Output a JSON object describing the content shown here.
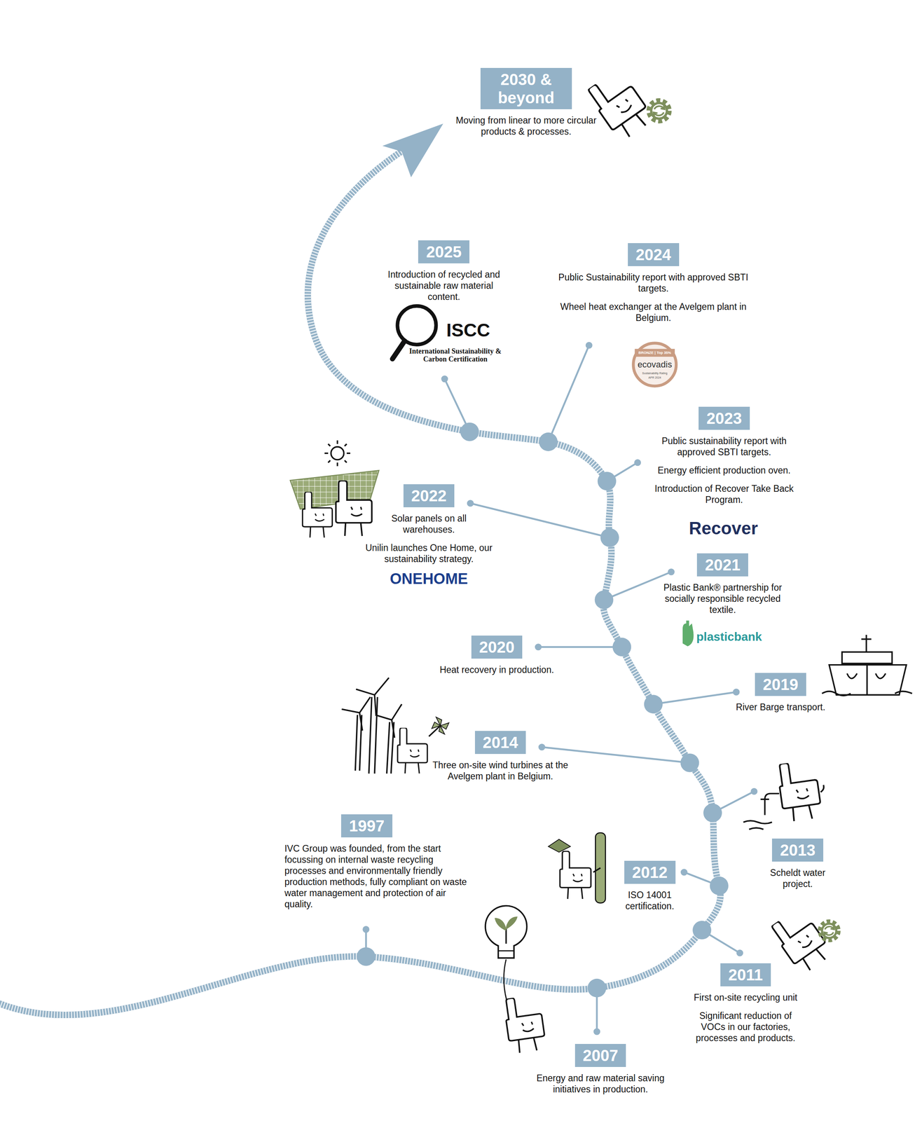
{
  "diagram": {
    "nodes": [
      {
        "text": [
          "2030 & beyond",
          "Moving from linear to more circular products & processes."
        ]
      },
      {
        "text": [
          "2025",
          "Introduction of recycled and sustainable raw material content."
        ]
      },
      {
        "text": [
          "2024",
          "Public Sustainability report with approved SBTI targets.",
          "Wheel heat exchanger at the Avelgem plant in Belgium."
        ]
      },
      {
        "text": [
          "2023",
          "Public sustainability report with approved SBTI targets.",
          "Energy efficient production oven.",
          "Introduction of Recover Take Back Program."
        ]
      },
      {
        "text": [
          "2022",
          "Solar panels on all warehouses.",
          "Unilin launches One Home, our sustainability strategy."
        ]
      },
      {
        "text": [
          "2021",
          "Plastic Bank® partnership for socially responsible recycled textile."
        ]
      },
      {
        "text": [
          "2020",
          "Heat recovery in production."
        ]
      },
      {
        "text": [
          "2019",
          "River Barge transport."
        ]
      },
      {
        "text": [
          "2014",
          "Three on-site wind turbines at the Avelgem plant in Belgium."
        ]
      },
      {
        "text": [
          "2013",
          "Scheldt water project."
        ]
      },
      {
        "text": [
          "2012",
          "ISO 14001 certification."
        ]
      },
      {
        "text": [
          "1997",
          "IVC Group was founded, from the start focussing on internal waste recycling processes and environmentally friendly production methods, fully compliant on waste water management and protection of air quality."
        ]
      },
      {
        "text": [
          "2011",
          "First on-site recycling unit",
          "Significant reduction of VOCs in our factories, processes and products."
        ]
      },
      {
        "text": [
          "2007",
          "Energy and raw material saving initiatives in production."
        ]
      }
    ],
    "labels": [
      "ISCC",
      "International Sustainability & Carbon Certification",
      "BRONZE | Top 35%",
      "ecovadis",
      "Sustainability Rating",
      "APR 2024",
      "Recover",
      "ONEHOME",
      "plasticbank"
    ]
  }
}
